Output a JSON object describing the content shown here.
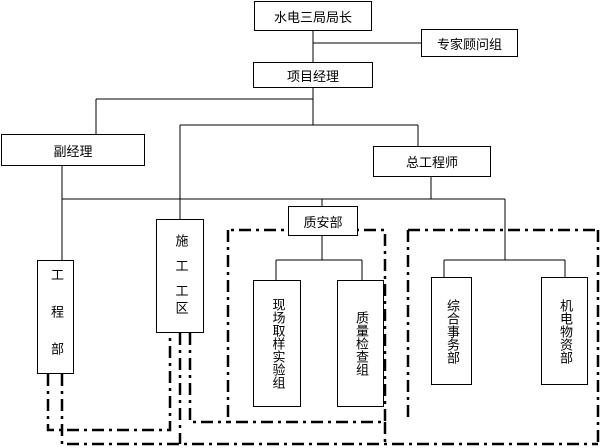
{
  "nodes": {
    "director": "水电三局局长",
    "expert_group": "专家顾问组",
    "project_manager": "项目经理",
    "deputy_manager": "副经理",
    "chief_engineer": "总工程师",
    "engineering_dept": "工 程 部",
    "construction_area": "施 工 工区",
    "quality_safety_dept": "质安部",
    "sampling_test_group": "现场取样实验组",
    "quality_inspection_group": "质量检查组",
    "general_affairs_dept": "综合事务部",
    "mech_elec_materials_dept": "机电物资部"
  },
  "colors": {
    "line": "#000000",
    "box_border": "#000000",
    "background": "#ffffff"
  }
}
